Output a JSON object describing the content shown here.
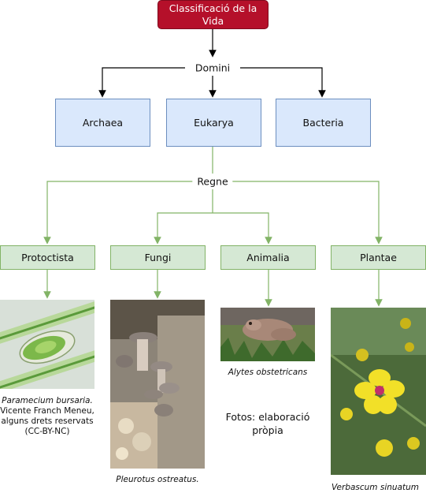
{
  "root": {
    "label": "Classificació de la Vida"
  },
  "level1": {
    "label": "Domini"
  },
  "domains": [
    {
      "label": "Archaea"
    },
    {
      "label": "Eukarya"
    },
    {
      "label": "Bacteria"
    }
  ],
  "level2": {
    "label": "Regne"
  },
  "kingdoms": [
    {
      "label": "Protoctista"
    },
    {
      "label": "Fungi"
    },
    {
      "label": "Animalia"
    },
    {
      "label": "Plantae"
    }
  ],
  "captions": {
    "protoctista_species": "Paramecium bursaria.",
    "protoctista_credit": "Vicente Franch Meneu, alguns drets reservats (CC-BY-NC)",
    "fungi_species": "Pleurotus ostreatus.",
    "animalia_species": "Alytes obstetricans",
    "plantae_species": "Verbascum sinuatum"
  },
  "note": "Fotos: elaboració pròpia",
  "colors": {
    "root_fill": "#b5102a",
    "domain_fill": "#dae8fc",
    "domain_border": "#6c8ebf",
    "kingdom_fill": "#d5e8d4",
    "kingdom_border": "#82b366",
    "green_line": "#82b366"
  }
}
